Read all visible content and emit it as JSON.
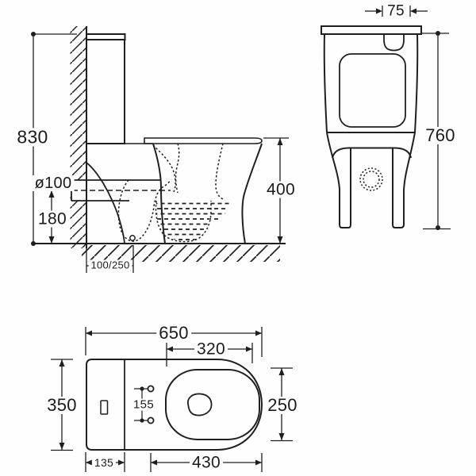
{
  "drawing": {
    "type": "toilet technical drawing, three orthographic views",
    "line_color": "#1f1f1f",
    "background": "#fefefe"
  },
  "views": {
    "side_view": {
      "name": "side section view",
      "dimensions": {
        "total_height": "830",
        "outlet_diameter": "ø100",
        "outlet_centre_height": "180",
        "outlet_setout": "100/250",
        "bowl_height": "400"
      }
    },
    "front_view": {
      "name": "front view",
      "dimensions": {
        "button_offset": "75",
        "tank_top_height": "760"
      }
    },
    "top_view": {
      "name": "top plan view",
      "dimensions": {
        "total_length": "650",
        "seat_back_width": "320",
        "overall_width": "350",
        "seat_opening_width": "250",
        "hinge_hole_spacing": "155",
        "tank_depth": "135",
        "seat_length": "430"
      }
    }
  }
}
